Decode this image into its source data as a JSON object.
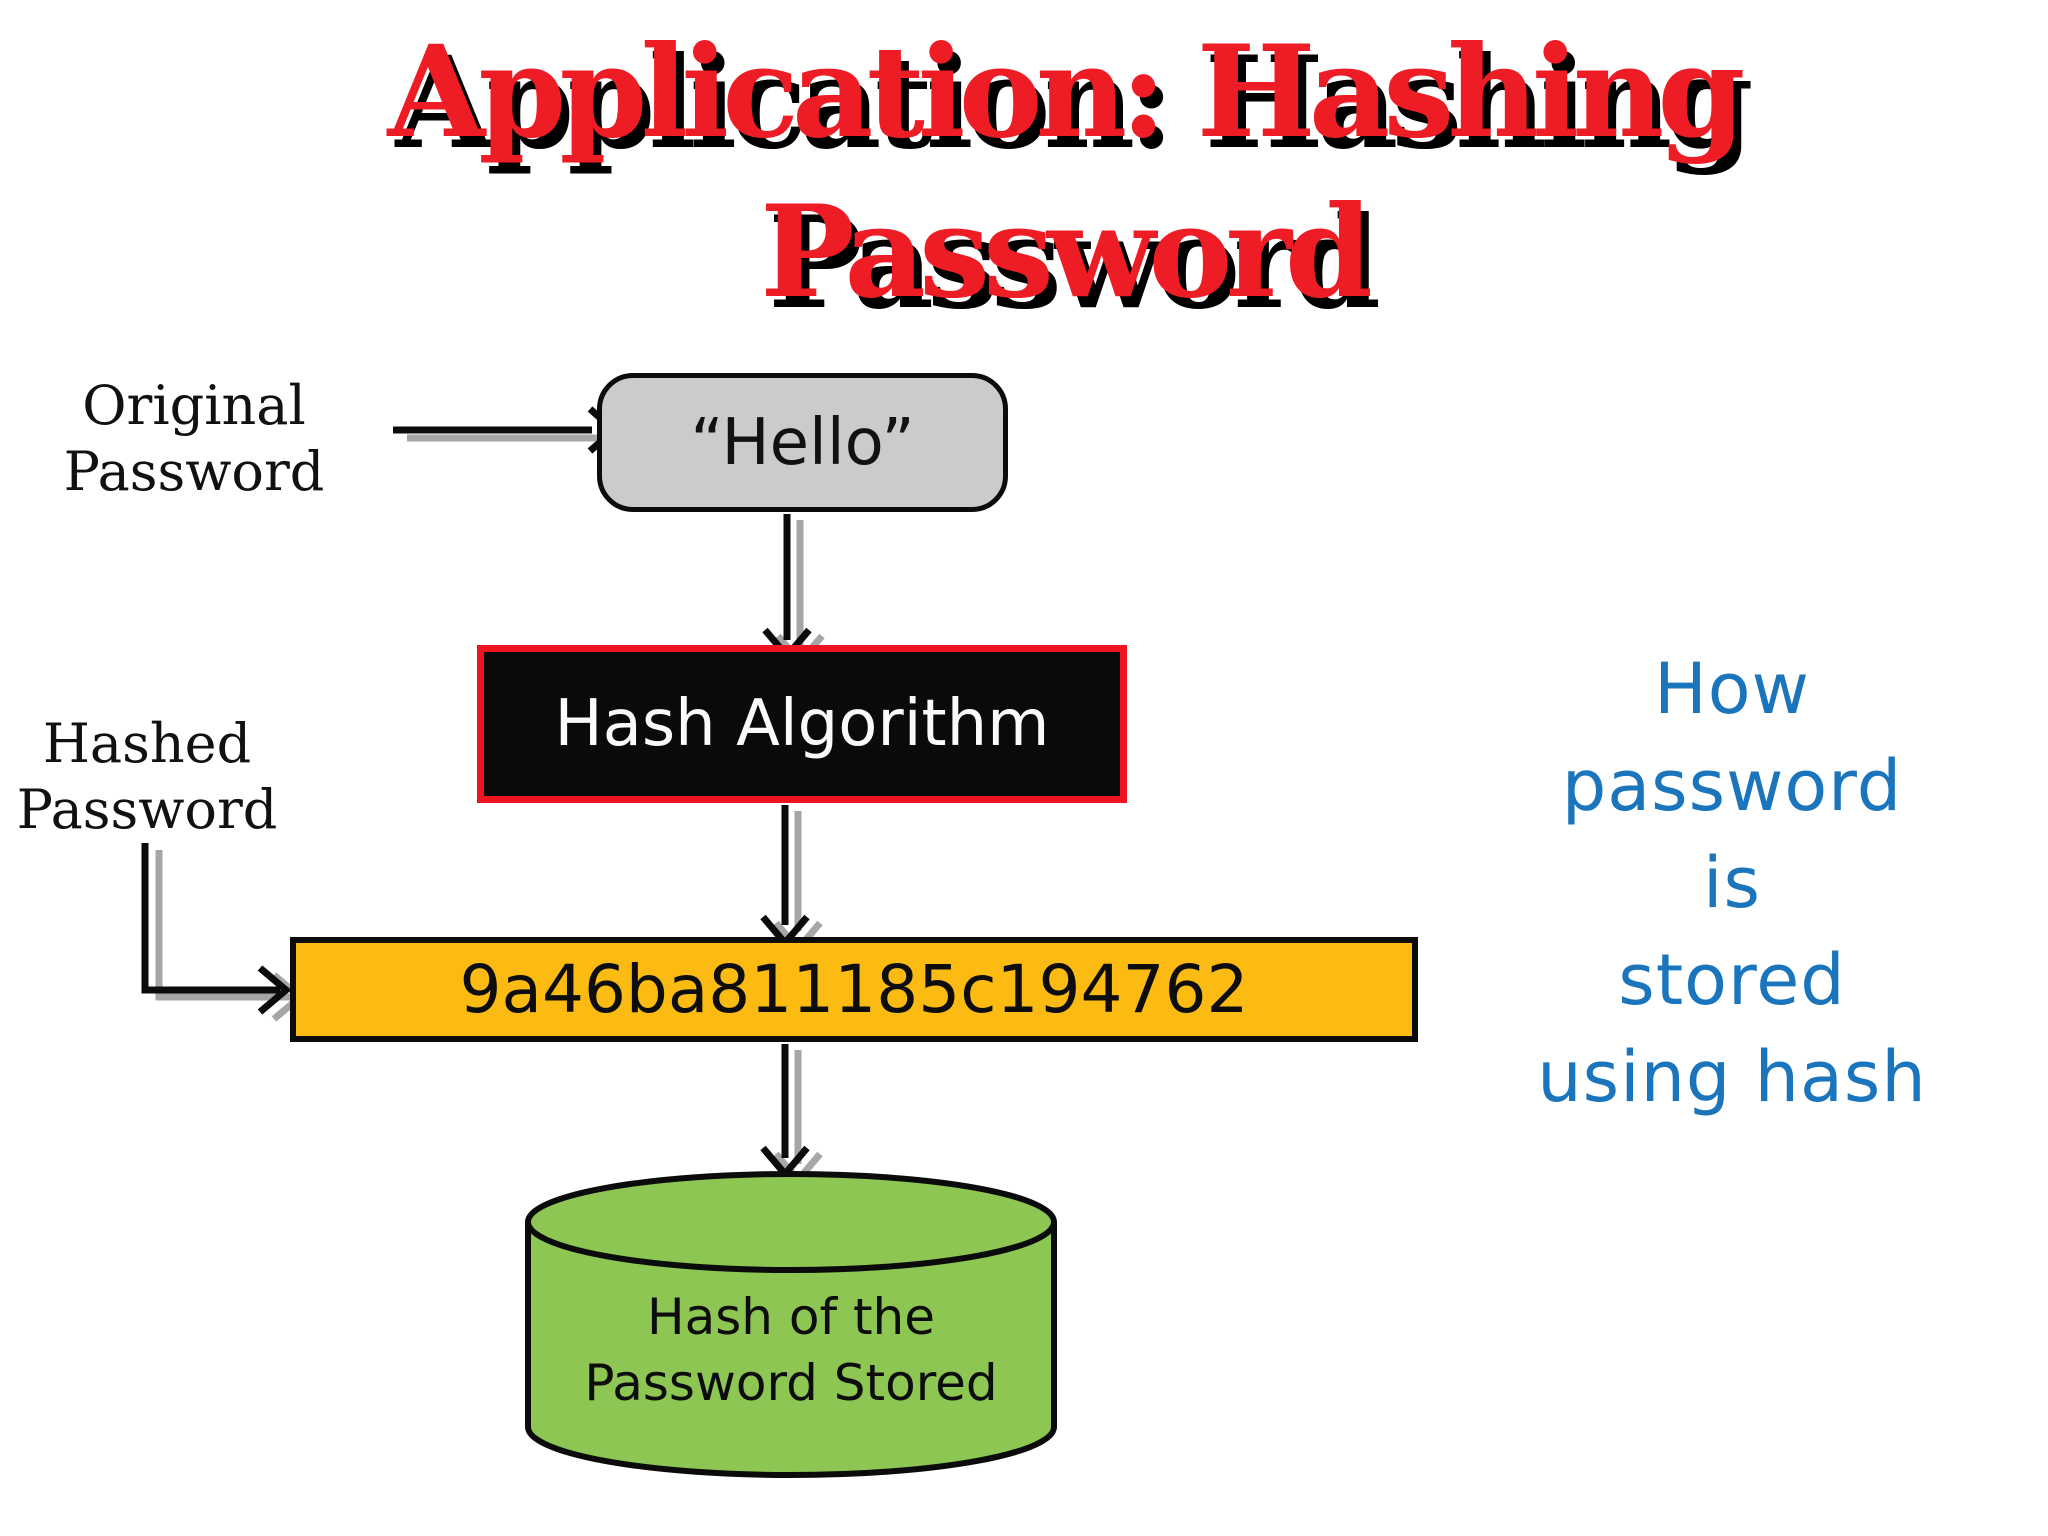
{
  "slide": {
    "title": {
      "line1": "Application: Hashing",
      "line2": "Password",
      "color": "#ee1c24"
    },
    "left_labels": {
      "original": {
        "line1": "Original",
        "line2": "Password"
      },
      "hashed": {
        "line1": "Hashed",
        "line2": "Password"
      }
    },
    "flow": {
      "password_box": {
        "text": "“Hello”",
        "fill": "#cbcbcb"
      },
      "hash_algorithm_box": {
        "text": "Hash Algorithm",
        "fill": "#0a0a0a",
        "border": "#ee1520",
        "text_color": "#ffffff"
      },
      "hash_value_box": {
        "text": "9a46ba811185c194762",
        "fill": "#fcbb12"
      },
      "database": {
        "line1": "Hash of the",
        "line2": "Password Stored",
        "fill": "#8dc653"
      }
    },
    "annotation": {
      "color": "#1b75bc",
      "lines": [
        "How",
        "password",
        "is",
        "stored",
        "using hash"
      ]
    }
  }
}
